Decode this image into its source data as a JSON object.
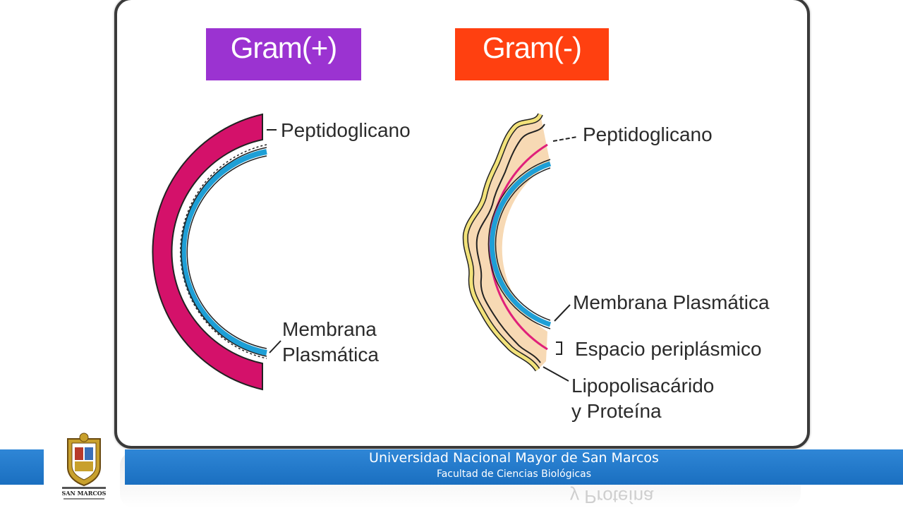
{
  "diagram": {
    "gram_positive": {
      "title": "Gram(+)",
      "color": "#9b33d1",
      "labels": {
        "peptidoglycan": "Peptidoglicano",
        "membrane_line1": "Membrana",
        "membrane_line2": "Plasmática"
      }
    },
    "gram_negative": {
      "title": "Gram(-)",
      "color": "#ff4010",
      "labels": {
        "peptidoglycan": "Peptidoglicano",
        "membrane": "Membrana Plasmática",
        "periplasmic_space": "Espacio periplásmico",
        "lps_line1": "Lipopolisacárido",
        "lps_line2": "y Proteína"
      }
    }
  },
  "footer": {
    "title": "Universidad Nacional Mayor de San Marcos",
    "subtitle": "Facultad de Ciencias Biológicas",
    "logo_text": "SAN MARCOS"
  },
  "colors": {
    "peptidoglycan_pos": "#d4116a",
    "membrane": "#1e9fd6",
    "outer_membrane": "#f2e27a",
    "periplasm": "#f7d9b4",
    "footer_band": "#2f86d6"
  }
}
